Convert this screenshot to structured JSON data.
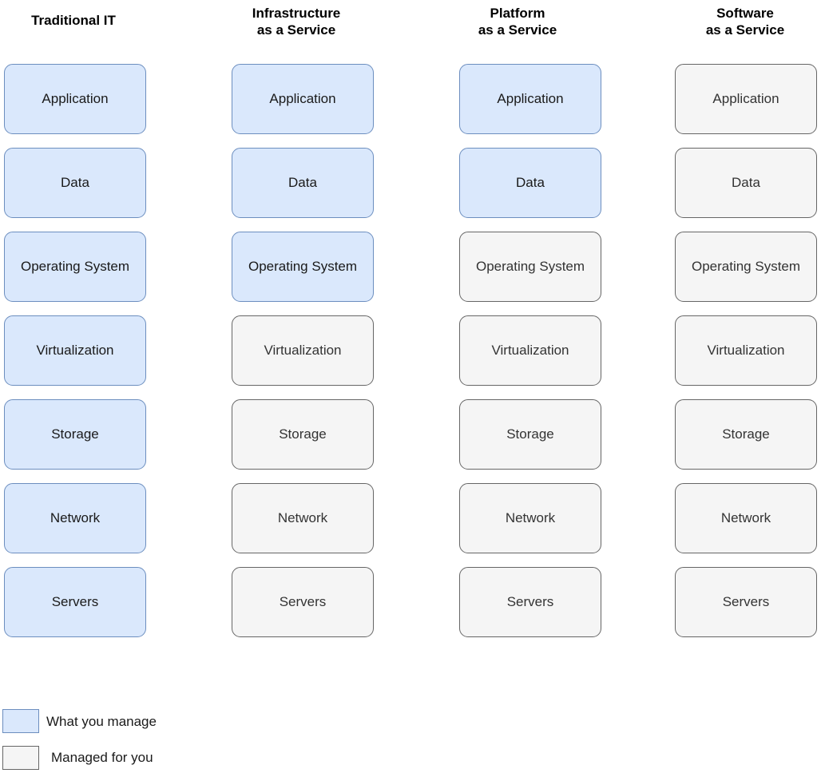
{
  "colors": {
    "managed_fill": "#dae8fc",
    "managed_stroke": "#6c8ebf",
    "provided_fill": "#f5f5f5",
    "provided_stroke": "#666666"
  },
  "columns": [
    {
      "title_lines": [
        "Traditional IT"
      ],
      "layers": [
        {
          "label": "Application",
          "status": "managed"
        },
        {
          "label": "Data",
          "status": "managed"
        },
        {
          "label": "Operating System",
          "status": "managed"
        },
        {
          "label": "Virtualization",
          "status": "managed"
        },
        {
          "label": "Storage",
          "status": "managed"
        },
        {
          "label": "Network",
          "status": "managed"
        },
        {
          "label": "Servers",
          "status": "managed"
        }
      ]
    },
    {
      "title_lines": [
        "Infrastructure",
        "as a Service"
      ],
      "layers": [
        {
          "label": "Application",
          "status": "managed"
        },
        {
          "label": "Data",
          "status": "managed"
        },
        {
          "label": "Operating System",
          "status": "managed"
        },
        {
          "label": "Virtualization",
          "status": "provided"
        },
        {
          "label": "Storage",
          "status": "provided"
        },
        {
          "label": "Network",
          "status": "provided"
        },
        {
          "label": "Servers",
          "status": "provided"
        }
      ]
    },
    {
      "title_lines": [
        "Platform",
        "as a Service"
      ],
      "layers": [
        {
          "label": "Application",
          "status": "managed"
        },
        {
          "label": "Data",
          "status": "managed"
        },
        {
          "label": "Operating System",
          "status": "provided"
        },
        {
          "label": "Virtualization",
          "status": "provided"
        },
        {
          "label": "Storage",
          "status": "provided"
        },
        {
          "label": "Network",
          "status": "provided"
        },
        {
          "label": "Servers",
          "status": "provided"
        }
      ]
    },
    {
      "title_lines": [
        "Software",
        "as a Service"
      ],
      "layers": [
        {
          "label": "Application",
          "status": "provided"
        },
        {
          "label": "Data",
          "status": "provided"
        },
        {
          "label": "Operating System",
          "status": "provided"
        },
        {
          "label": "Virtualization",
          "status": "provided"
        },
        {
          "label": "Storage",
          "status": "provided"
        },
        {
          "label": "Network",
          "status": "provided"
        },
        {
          "label": "Servers",
          "status": "provided"
        }
      ]
    }
  ],
  "legend": {
    "managed_label": "What you manage",
    "provided_label": "Managed for you"
  }
}
